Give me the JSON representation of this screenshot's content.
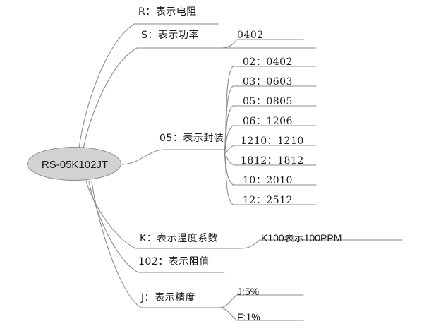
{
  "diagram": {
    "type": "mind-map",
    "title_code": "RS-05K102JT",
    "colors": {
      "background": "#ffffff",
      "root_fill": "#d2d2d2",
      "root_stroke": "#8a8a8a",
      "connector": "#8c8c8c",
      "text": "#1a1a1a"
    },
    "root": {
      "label": "RS-05K102JT"
    },
    "branches": [
      {
        "id": "r",
        "label": "R：表示电阻",
        "children": []
      },
      {
        "id": "s",
        "label": "S：表示功率",
        "children": [
          {
            "id": "s-1",
            "label": "0402"
          }
        ]
      },
      {
        "id": "pkg",
        "label": "05：表示封装",
        "children": [
          {
            "id": "pkg-1",
            "label": "02：0402"
          },
          {
            "id": "pkg-2",
            "label": "03：0603"
          },
          {
            "id": "pkg-3",
            "label": "05：0805"
          },
          {
            "id": "pkg-4",
            "label": "06：1206"
          },
          {
            "id": "pkg-5",
            "label": "1210：1210"
          },
          {
            "id": "pkg-6",
            "label": "1812：1812"
          },
          {
            "id": "pkg-7",
            "label": "10：2010"
          },
          {
            "id": "pkg-8",
            "label": "12：2512"
          }
        ]
      },
      {
        "id": "k",
        "label": "K：表示温度系数",
        "children": [
          {
            "id": "k-1",
            "label": "K100表示100PPM"
          }
        ]
      },
      {
        "id": "res",
        "label": "102：表示阻值",
        "children": []
      },
      {
        "id": "j",
        "label": "J：表示精度",
        "children": [
          {
            "id": "j-1",
            "label": "J:5%"
          },
          {
            "id": "j-2",
            "label": "F:1%"
          }
        ]
      }
    ]
  }
}
